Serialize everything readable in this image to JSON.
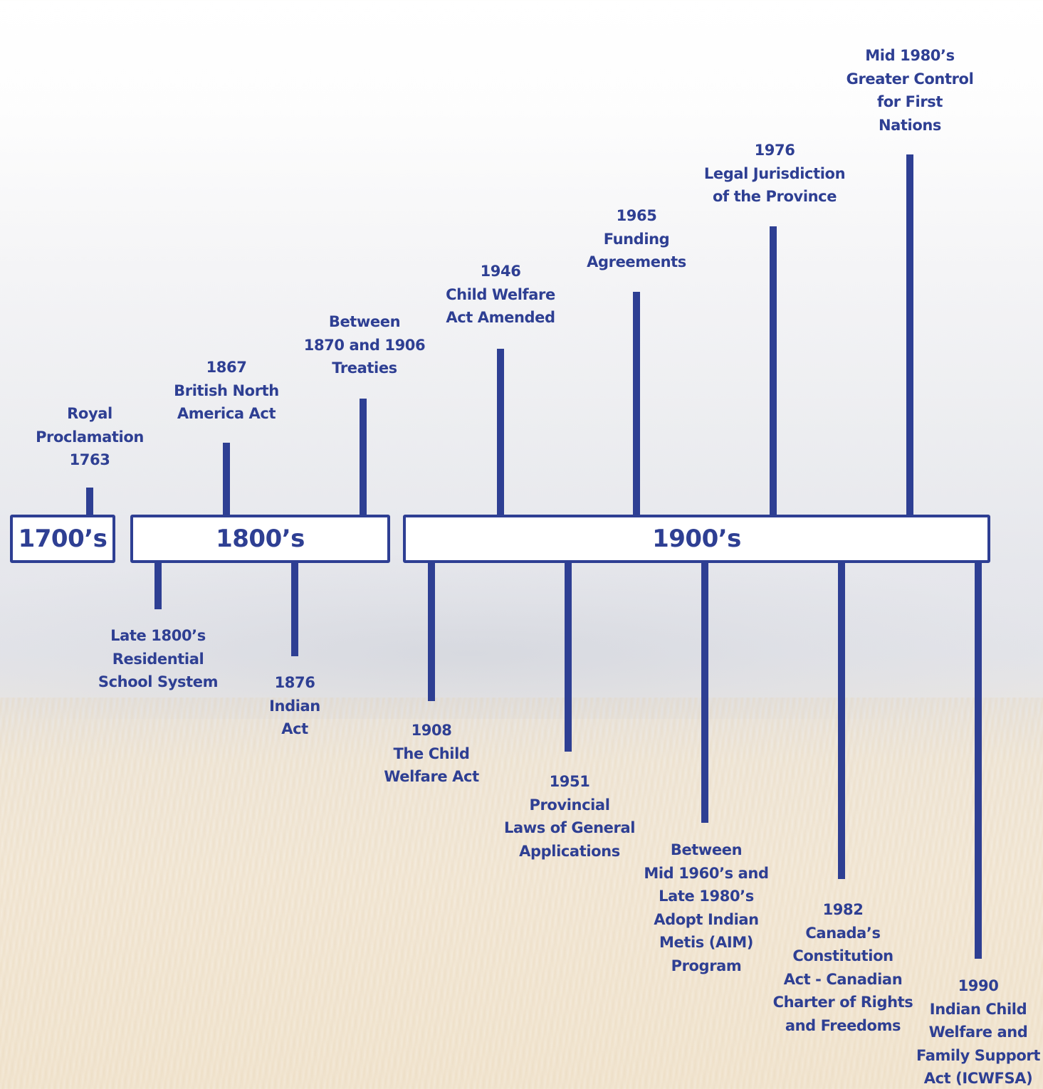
{
  "timeline": {
    "eras": [
      "1700’s",
      "1800’s",
      "1900’s"
    ],
    "events_above": [
      {
        "id": "royal-proclamation",
        "lines": [
          "Royal",
          "Proclamation",
          "1763"
        ]
      },
      {
        "id": "bna-act",
        "lines": [
          "1867",
          "British North",
          "America Act"
        ]
      },
      {
        "id": "treaties",
        "lines": [
          "Between",
          "1870 and 1906",
          "Treaties"
        ]
      },
      {
        "id": "child-welfare-amended",
        "lines": [
          "1946",
          "Child Welfare",
          "Act Amended"
        ]
      },
      {
        "id": "funding-agreements",
        "lines": [
          "1965",
          "Funding",
          "Agreements"
        ]
      },
      {
        "id": "legal-jurisdiction",
        "lines": [
          "1976",
          "Legal Jurisdiction",
          "of the Province"
        ]
      },
      {
        "id": "greater-control",
        "lines": [
          "Mid 1980’s",
          "Greater Control",
          "for First",
          "Nations"
        ]
      }
    ],
    "events_below": [
      {
        "id": "residential-school",
        "lines": [
          "Late 1800’s",
          "Residential",
          "School System"
        ]
      },
      {
        "id": "indian-act",
        "lines": [
          "1876",
          "Indian",
          "Act"
        ]
      },
      {
        "id": "child-welfare-act",
        "lines": [
          "1908",
          "The Child",
          "Welfare Act"
        ]
      },
      {
        "id": "provincial-laws",
        "lines": [
          "1951",
          "Provincial",
          "Laws of General",
          "Applications"
        ]
      },
      {
        "id": "aim-program",
        "lines": [
          "Between",
          "Mid 1960’s and",
          "Late 1980’s",
          "Adopt Indian",
          "Metis (AIM)",
          "Program"
        ]
      },
      {
        "id": "constitution-act",
        "lines": [
          "1982",
          "Canada’s",
          "Constitution",
          "Act - Canadian",
          "Charter of Rights",
          "and Freedoms"
        ]
      },
      {
        "id": "icwfsa",
        "lines": [
          "1990",
          "Indian Child",
          "Welfare and",
          "Family Support",
          "Act (ICWFSA)"
        ]
      }
    ]
  },
  "colors": {
    "line": "#2e3f93",
    "box_fill": "#ffffff"
  }
}
